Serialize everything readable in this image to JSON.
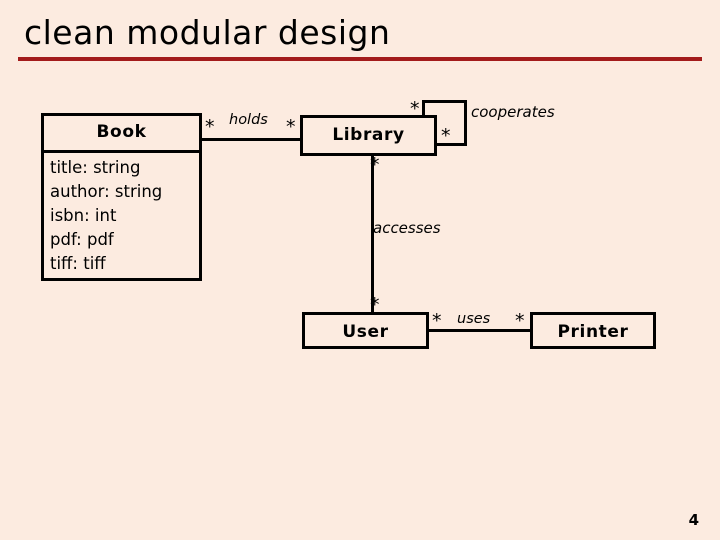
{
  "slide": {
    "title": "clean modular design",
    "page_number": "4",
    "background_color": "#FCEBE0",
    "rule_color": "#A31B1B",
    "line_color": "#000000"
  },
  "diagram": {
    "type": "uml-class-diagram",
    "classes": [
      {
        "id": "book",
        "name": "Book",
        "attributes": [
          "title: string",
          "author: string",
          "isbn: int",
          "pdf: pdf",
          "tiff: tiff"
        ]
      },
      {
        "id": "library",
        "name": "Library",
        "attributes": []
      },
      {
        "id": "user",
        "name": "User",
        "attributes": []
      },
      {
        "id": "printer",
        "name": "Printer",
        "attributes": []
      }
    ],
    "associations": [
      {
        "id": "holds",
        "label": "holds",
        "from": "Book",
        "to": "Library",
        "from_multiplicity": "*",
        "to_multiplicity": "*"
      },
      {
        "id": "cooperates",
        "label": "cooperates",
        "from": "Library",
        "to": "Library",
        "from_multiplicity": "*",
        "to_multiplicity": "*"
      },
      {
        "id": "accesses",
        "label": "accesses",
        "from": "Library",
        "to": "User",
        "from_multiplicity": "*",
        "to_multiplicity": "*"
      },
      {
        "id": "uses",
        "label": "uses",
        "from": "User",
        "to": "Printer",
        "from_multiplicity": "*",
        "to_multiplicity": "*"
      }
    ]
  }
}
